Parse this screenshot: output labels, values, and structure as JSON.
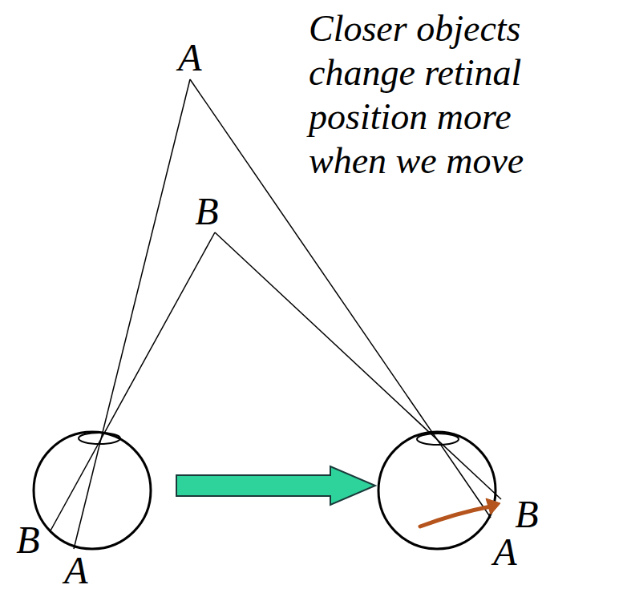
{
  "diagram": {
    "labels": [
      "A",
      "Closer objects change retinal position more when we move",
      "B",
      "B",
      "A",
      "B",
      "A"
    ]
  }
}
